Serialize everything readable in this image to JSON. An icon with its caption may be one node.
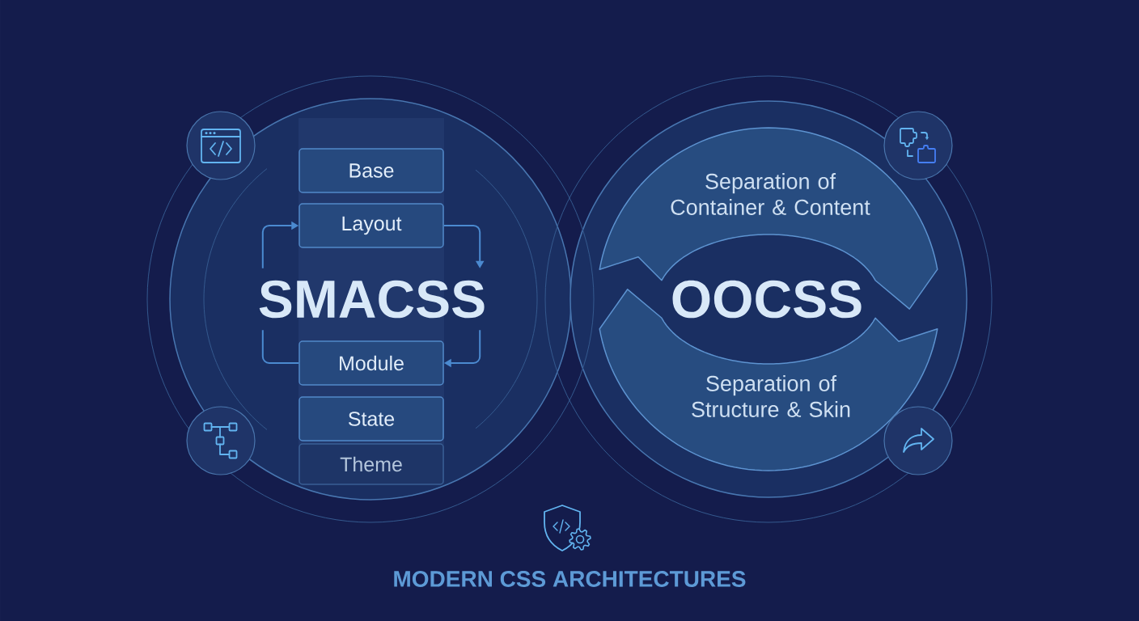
{
  "diagram": {
    "title": "MODERN CSS ARCHITECTURES",
    "nodes": [
      {
        "text": [],
        "shape": "circle"
      },
      {
        "text": [
          "Base"
        ],
        "in": 0
      },
      {
        "text": [
          "Layout"
        ],
        "in": 0
      },
      {
        "text": [
          "SMACSS"
        ],
        "in": 0
      },
      {
        "text": [
          "Module"
        ],
        "in": 0
      },
      {
        "text": [
          "State"
        ],
        "in": 0
      },
      {
        "text": [
          "Theme"
        ],
        "in": 0
      },
      {
        "text": [],
        "shape": "circle"
      },
      {
        "text": [
          "Separation of Container & Content"
        ],
        "in": 7
      },
      {
        "text": [
          "OOCSS"
        ],
        "in": 7
      },
      {
        "text": [
          "Separation of Structure & Skin"
        ],
        "in": 7
      }
    ],
    "edges": [
      {
        "from": 2,
        "to": 3,
        "arrow": "to"
      },
      {
        "from": 3,
        "to": 4,
        "arrow": "to"
      },
      {
        "from": 4,
        "to": 3,
        "arrow": "none"
      },
      {
        "from": 3,
        "to": 2,
        "arrow": "to"
      }
    ]
  }
}
